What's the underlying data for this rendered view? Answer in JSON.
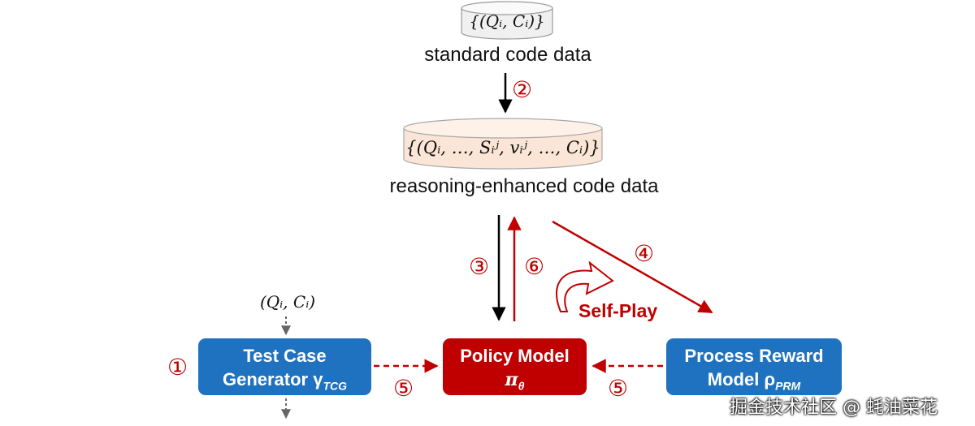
{
  "standard": {
    "formula": "{(Qᵢ, Cᵢ)}",
    "caption": "standard code data"
  },
  "enhanced": {
    "formula": "{(Qᵢ, …, Sᵢʲ, vᵢʲ, …, Cᵢ)}",
    "caption": "reasoning-enhanced code data"
  },
  "input_label": "(Qᵢ, Cᵢ)",
  "steps": {
    "s1": "①",
    "s2": "②",
    "s3": "③",
    "s4": "④",
    "s5a": "⑤",
    "s5b": "⑤",
    "s6": "⑥"
  },
  "self_play": "Self-Play",
  "boxes": {
    "tcg": {
      "line1": "Test Case",
      "line2": "Generator γ",
      "sub": "TCG"
    },
    "policy": {
      "line1": "Policy Model",
      "line2": "π",
      "sub": "θ"
    },
    "prm": {
      "line1": "Process Reward",
      "line2": "Model ρ",
      "sub": "PRM"
    }
  },
  "watermark": "掘金技术社区 @ 蚝油菜花",
  "colors": {
    "blue_box": "#1f72c0",
    "red_box": "#c00000",
    "arrow_red": "#c00000",
    "arrow_black": "#000000",
    "cylinder_fill": "#fbe5d6"
  }
}
